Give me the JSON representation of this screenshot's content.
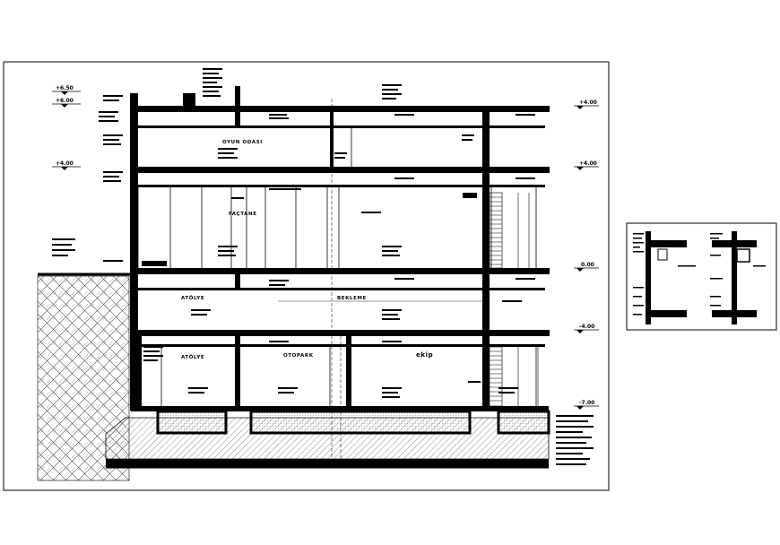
{
  "rooms": {
    "oyun_odasi": "OYUN ODASI",
    "fabrika": "FAÇTANE",
    "atolye_1": "ATÖLYE",
    "bekleme": "BEKLEME",
    "atolye_2": "ATÖLYE",
    "otopark": "OTOPARK",
    "ekip": "ekip"
  },
  "levels_left": {
    "top1": "+6.50",
    "top2": "+6.00",
    "mid": "+4.00"
  },
  "levels_right": {
    "r1": "+4.00",
    "r2": "+4.00",
    "r3": "0.00",
    "r4": "-4.00",
    "r5": "-7.00"
  },
  "colors": {
    "line": "#000000",
    "background": "#ffffff"
  }
}
